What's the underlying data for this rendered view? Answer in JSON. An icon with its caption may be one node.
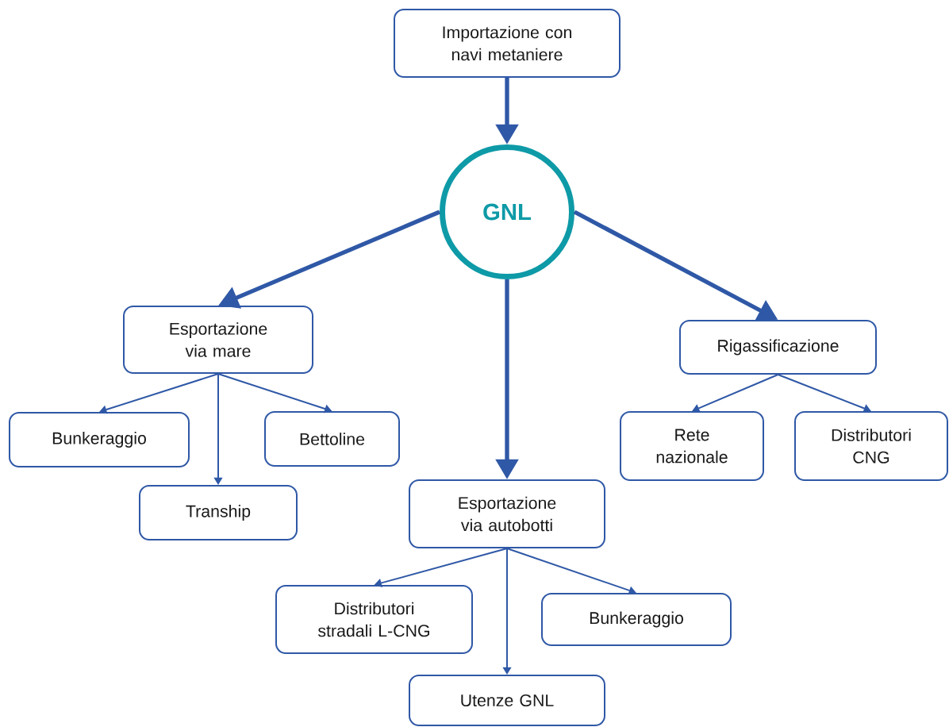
{
  "diagram": {
    "nodes": [
      {
        "text": [
          "Importazione con navi metaniere"
        ]
      },
      {
        "text": [
          "GNL"
        ]
      },
      {
        "text": [
          "Esportazione via mare"
        ]
      },
      {
        "text": [
          "Rigassificazione"
        ]
      },
      {
        "text": [
          "Bunkeraggio"
        ]
      },
      {
        "text": [
          "Bettoline"
        ]
      },
      {
        "text": [
          "Rete nazionale"
        ]
      },
      {
        "text": [
          "Distributori CNG"
        ]
      },
      {
        "text": [
          "Tranship"
        ]
      },
      {
        "text": [
          "Esportazione via autobotti"
        ]
      },
      {
        "text": [
          "Distributori stradali L-CNG"
        ]
      },
      {
        "text": [
          "Bunkeraggio"
        ]
      },
      {
        "text": [
          "Utenze GNL"
        ]
      }
    ],
    "edges": [
      {
        "from": 0,
        "to": 1,
        "arrow": "to",
        "style": "thick"
      },
      {
        "from": 1,
        "to": 2,
        "arrow": "to",
        "style": "thick"
      },
      {
        "from": 1,
        "to": 9,
        "arrow": "to",
        "style": "thick"
      },
      {
        "from": 1,
        "to": 3,
        "arrow": "to",
        "style": "thick"
      },
      {
        "from": 2,
        "to": 4,
        "arrow": "to"
      },
      {
        "from": 2,
        "to": 8,
        "arrow": "to"
      },
      {
        "from": 2,
        "to": 5,
        "arrow": "to"
      },
      {
        "from": 3,
        "to": 6,
        "arrow": "to"
      },
      {
        "from": 3,
        "to": 7,
        "arrow": "to"
      },
      {
        "from": 9,
        "to": 10,
        "arrow": "to"
      },
      {
        "from": 9,
        "to": 12,
        "arrow": "to"
      },
      {
        "from": 9,
        "to": 11,
        "arrow": "to"
      }
    ]
  }
}
